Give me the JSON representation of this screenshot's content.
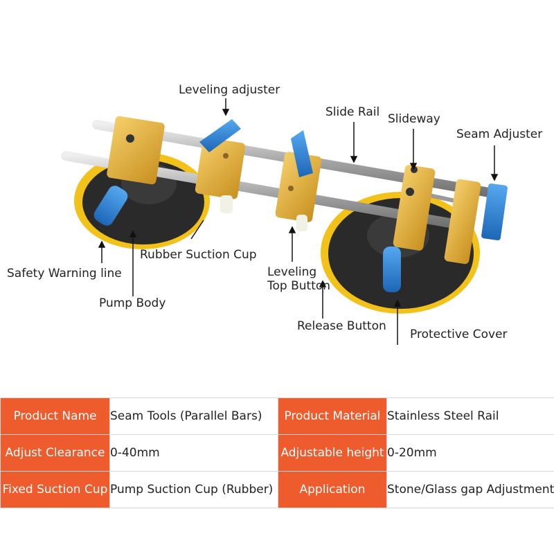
{
  "callouts": {
    "leveling_adjuster": "Leveling adjuster",
    "slide_rail": "Slide Rail",
    "slideway": "Slideway",
    "seam_adjuster": "Seam Adjuster",
    "rubber_suction_cup": "Rubber Suction Cup",
    "safety_warning_line": "Safety Warning line",
    "pump_body": "Pump Body",
    "leveling_top_button": "Leveling\nTop Button",
    "release_button": "Release Button",
    "protective_cover": "Protective Cover"
  },
  "spec_table": {
    "rows": [
      {
        "label1": "Product Name",
        "value1": "Seam Tools\n(Parallel Bars)",
        "label2": "Product Material",
        "value2": "Stainless Steel Rail"
      },
      {
        "label1": "Adjust Clearance",
        "value1": "0-40mm",
        "label2": "Adjustable height",
        "value2": "0-20mm"
      },
      {
        "label1": "Fixed Suction Cup",
        "value1": "Pump Suction Cup (Rubber)",
        "label2": "Application",
        "value2": "Stone/Glass\ngap Adjustment"
      }
    ]
  },
  "colors": {
    "label_bg": "#ee5b2c",
    "aluminum_gold": "#e3ad3c",
    "suction_yellow": "#f2c21a",
    "handle_blue": "#2a86d8",
    "rail_steel": "#c8c8c8"
  }
}
